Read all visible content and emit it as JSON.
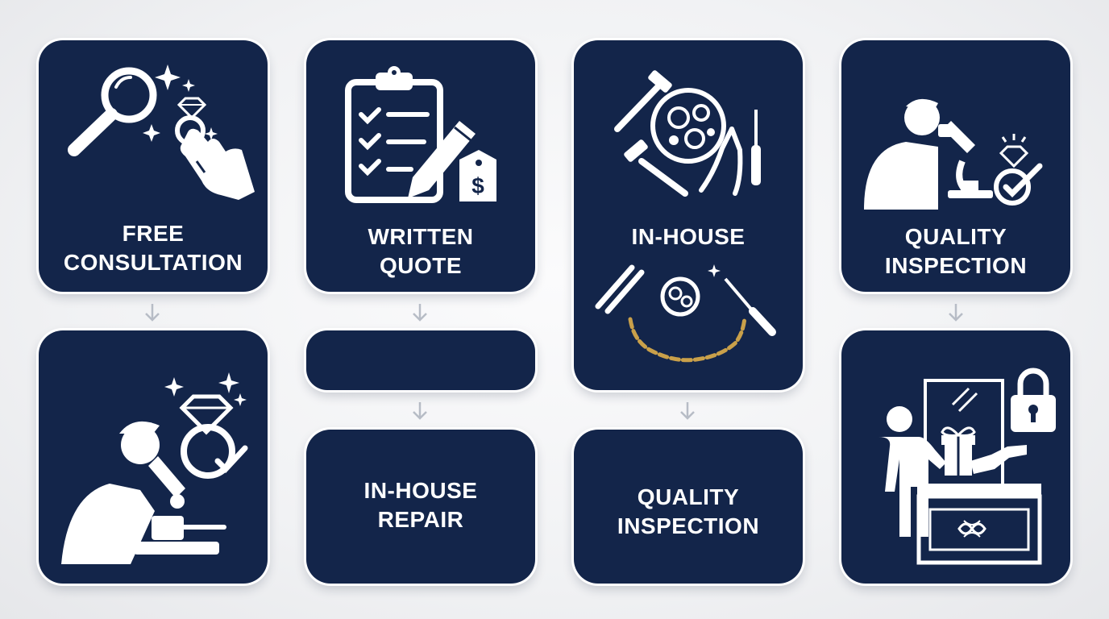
{
  "steps": {
    "free_consultation": {
      "line1": "FREE",
      "line2": "CONSULTATION",
      "icon": "magnifier-ring-hand-icon"
    },
    "written_quote": {
      "line1": "WRITTEN",
      "line2": "QUOTE",
      "icon": "clipboard-price-tag-icon"
    },
    "in_house_tools": {
      "line1": "IN-HOUSE",
      "icon": "watch-tools-icon"
    },
    "quality_inspection_top": {
      "line1": "QUALITY",
      "line2": "INSPECTION",
      "icon": "jeweler-microscope-icon"
    },
    "inspection_microscope": {
      "icon": "microscope-diamond-ring-icon"
    },
    "blank_step": {},
    "in_house_repair": {
      "line1": "IN-HOUSE",
      "line2": "REPAIR"
    },
    "quality_inspection_bottom": {
      "line1": "QUALITY",
      "line2": "INSPECTION"
    },
    "secure_pickup": {
      "icon": "secure-counter-gift-handoff-icon"
    }
  },
  "colors": {
    "card": "#13254a",
    "text": "#ffffff",
    "arrow": "#b7bcc6",
    "chain": "#c9a04a",
    "background": "#f1f2f4"
  }
}
